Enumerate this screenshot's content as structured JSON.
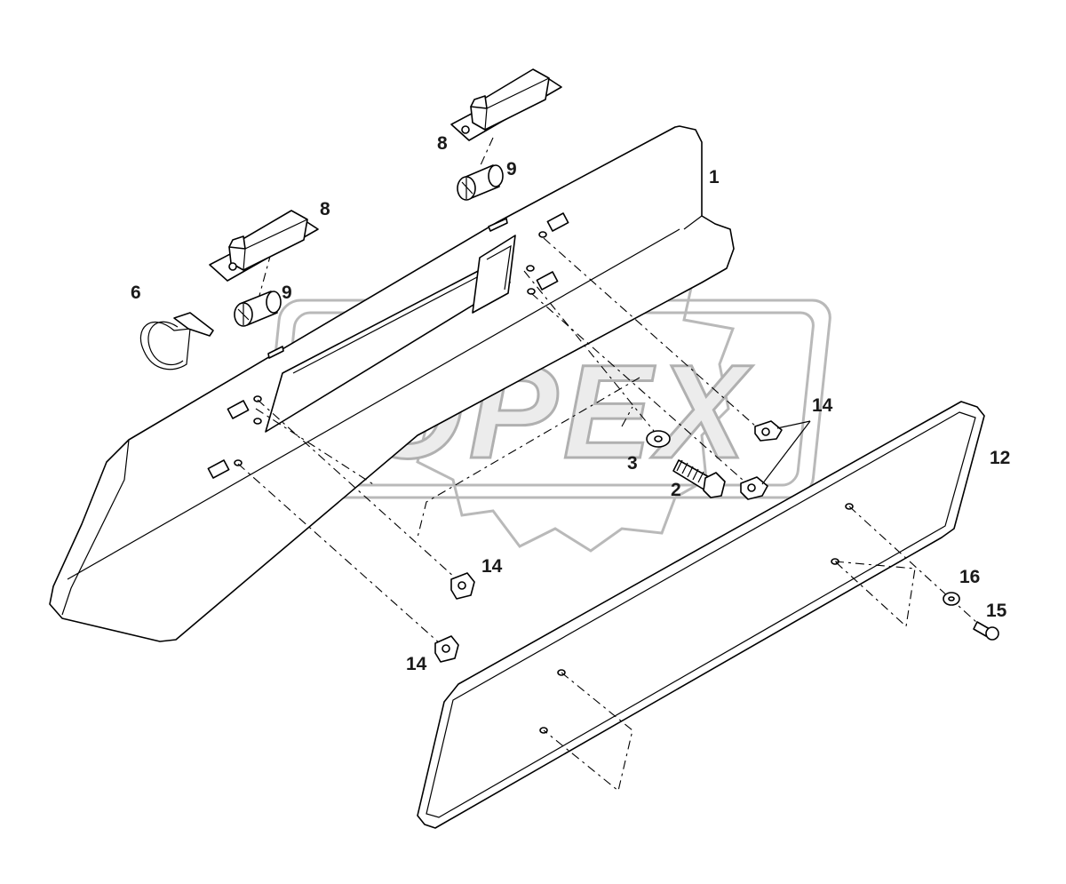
{
  "watermark": {
    "text": "OPEX"
  },
  "callouts": [
    {
      "id": "label-1",
      "text": "1"
    },
    {
      "id": "label-2",
      "text": "2"
    },
    {
      "id": "label-3",
      "text": "3"
    },
    {
      "id": "label-6",
      "text": "6"
    },
    {
      "id": "label-8a",
      "text": "8"
    },
    {
      "id": "label-8b",
      "text": "8"
    },
    {
      "id": "label-9a",
      "text": "9"
    },
    {
      "id": "label-9b",
      "text": "9"
    },
    {
      "id": "label-12",
      "text": "12"
    },
    {
      "id": "label-14a",
      "text": "14"
    },
    {
      "id": "label-14b",
      "text": "14"
    },
    {
      "id": "label-14c",
      "text": "14"
    },
    {
      "id": "label-15",
      "text": "15"
    },
    {
      "id": "label-16",
      "text": "16"
    }
  ]
}
